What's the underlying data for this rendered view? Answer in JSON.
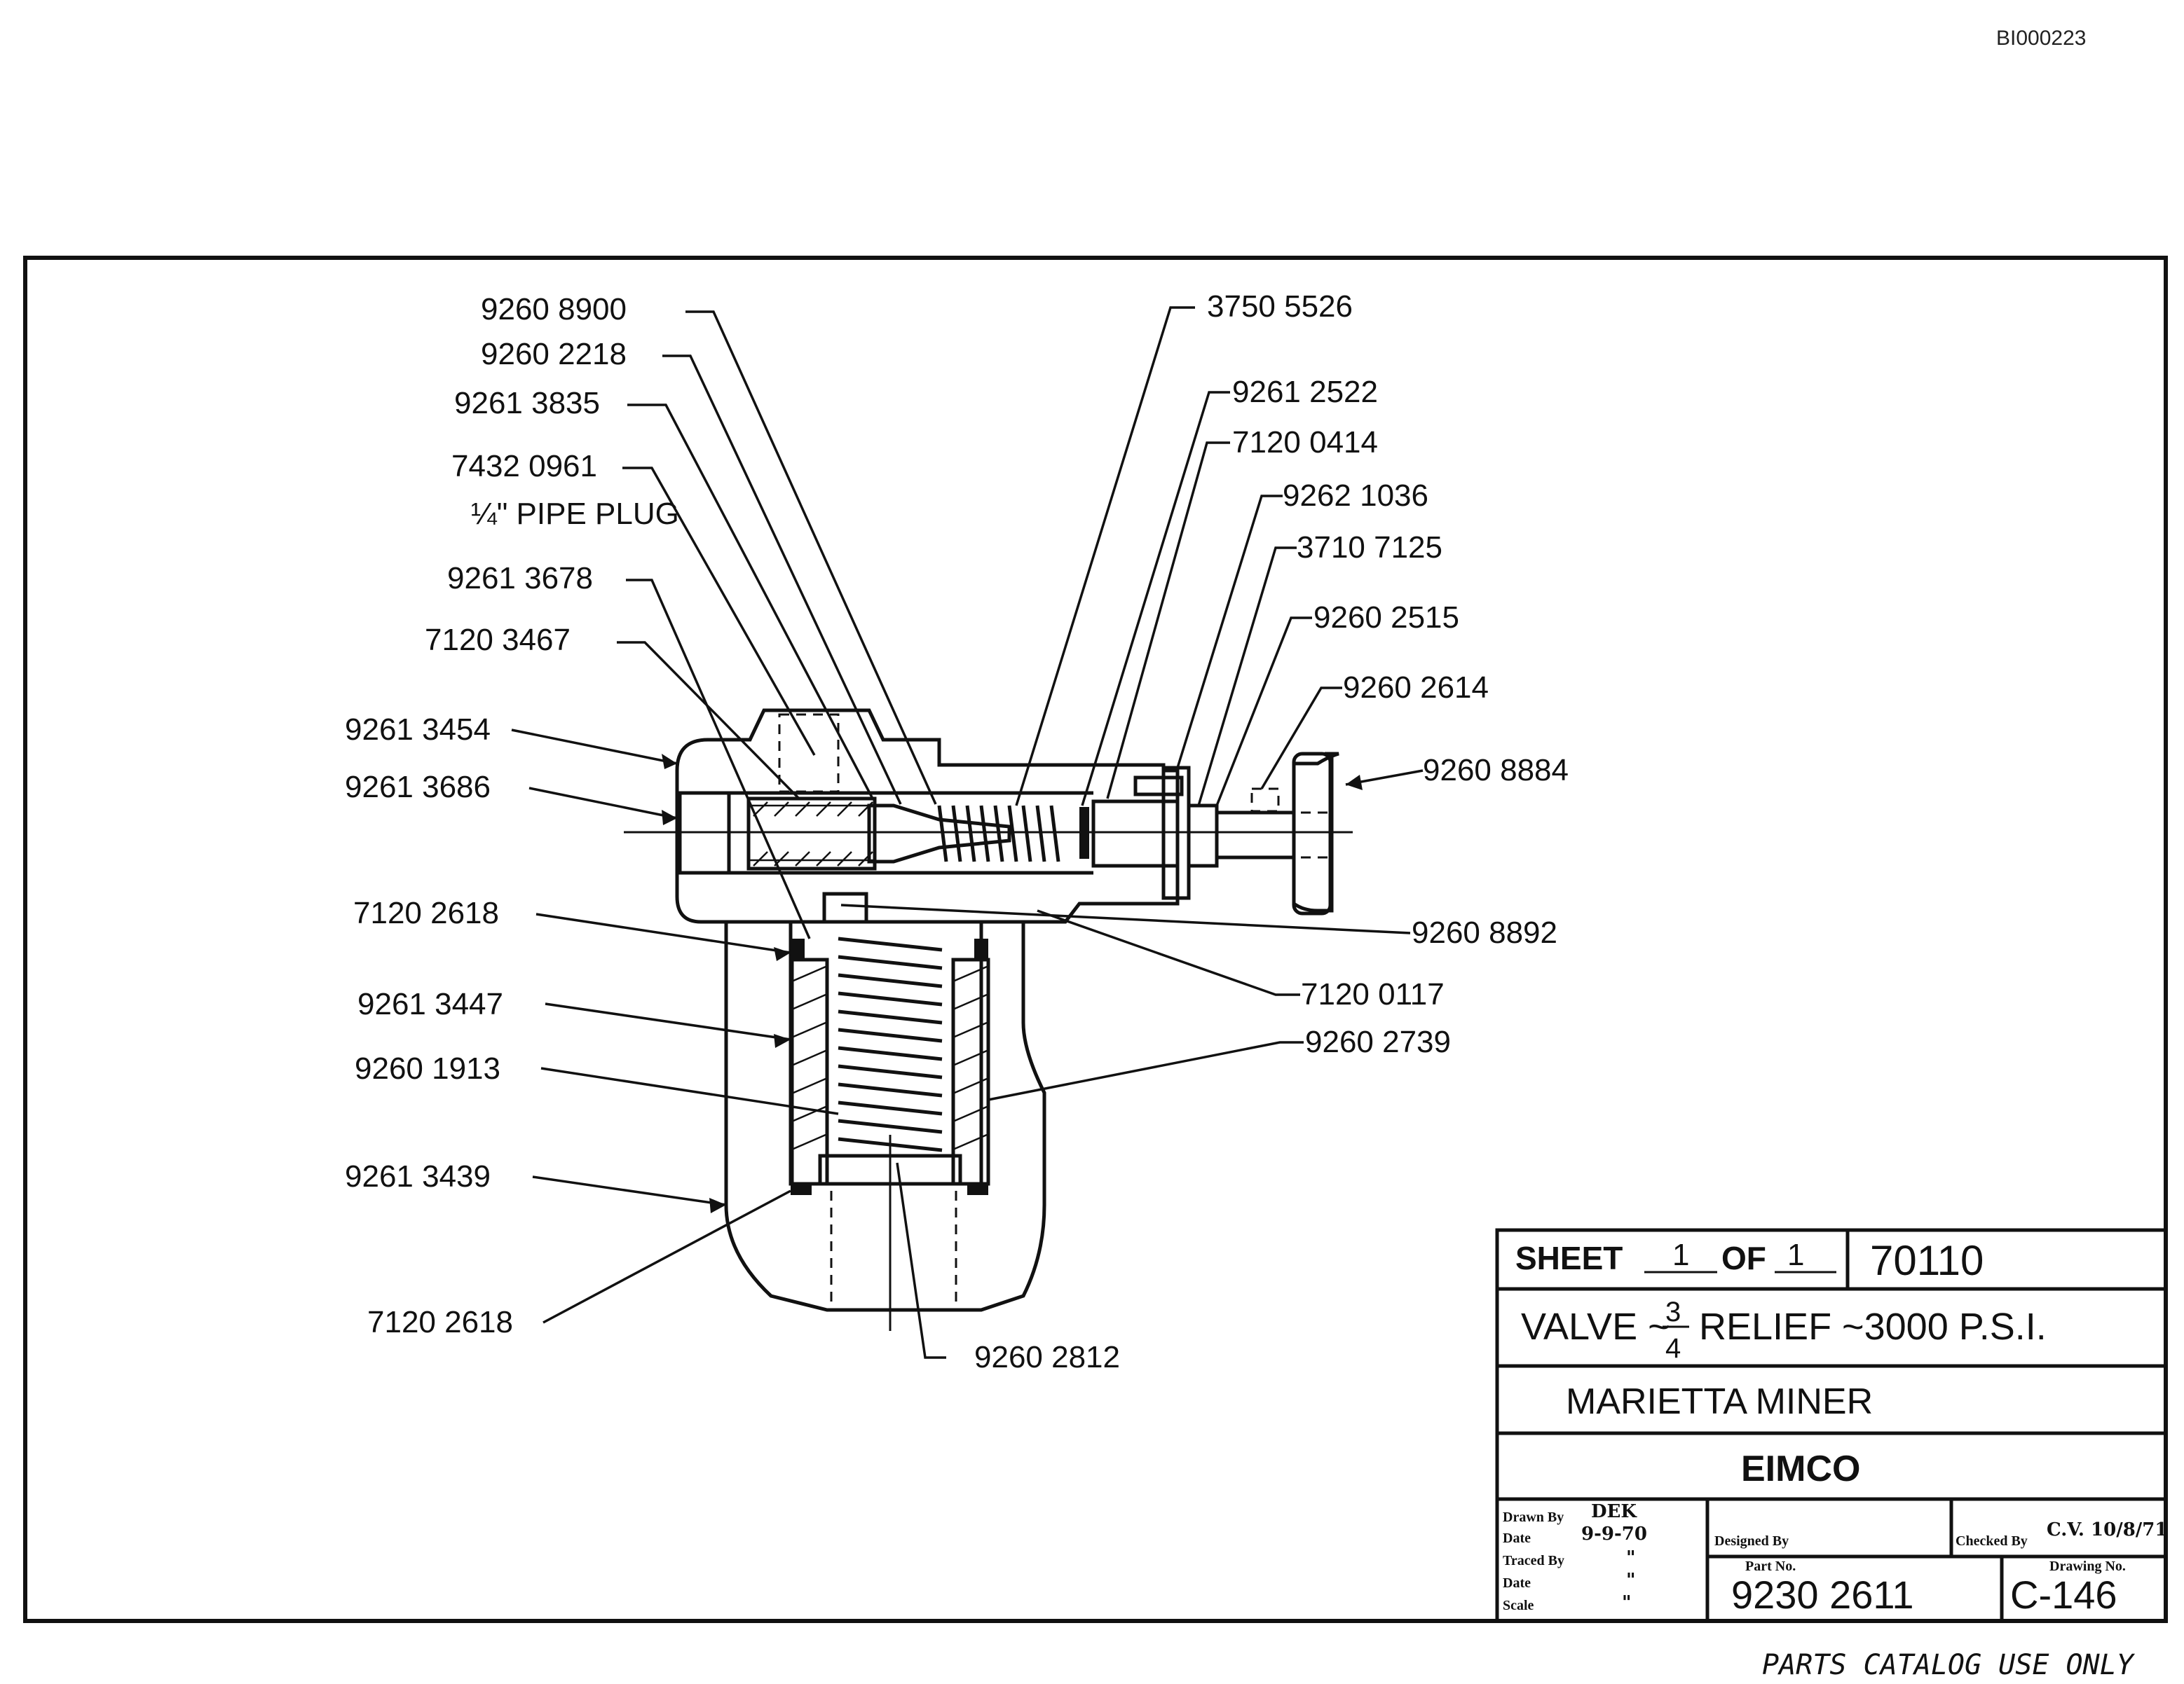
{
  "document_id": "BI000223",
  "footer": "PARTS CATALOG USE ONLY",
  "callouts": [
    "9260 8900",
    "9260 2218",
    "9261 3835",
    "7432 0961",
    "¼\" PIPE PLUG",
    "9261 3678",
    "7120 3467",
    "9261 3454",
    "9261 3686",
    "7120 2618",
    "9261 3447",
    "9260 1913",
    "9261 3439",
    "7120 2618",
    "9260 2812",
    "3750 5526",
    "9261 2522",
    "7120 0414",
    "9262 1036",
    "3710 7125",
    "9260 2515",
    "9260 2614",
    "9260 8884",
    "9260 8892",
    "7120 0117",
    "9260 2739"
  ],
  "title_block": {
    "sheet_label": "SHEET",
    "sheet_number": "1",
    "of_label": "OF",
    "sheet_total": "1",
    "code": "70110",
    "title_prefix": "VALVE ~",
    "title_fraction_numerator": "3",
    "title_fraction_denominator": "4",
    "title_suffix": "RELIEF ~3000 P.S.I.",
    "customer": "MARIETTA MINER",
    "company": "EIMCO",
    "drawn_by_label": "Drawn By",
    "drawn_by": "DEK",
    "date_label": "Date",
    "date": "9-9-70",
    "traced_by_label": "Traced By",
    "traced_by": "\"",
    "date2_label": "Date",
    "date2": "\"",
    "scale_label": "Scale",
    "scale": "\"",
    "designed_by_label": "Designed By",
    "checked_by_label": "Checked By",
    "checked_by": "C.V. 10/8/71",
    "part_no_label": "Part No.",
    "part_no": "9230 2611",
    "drawing_no_label": "Drawing No.",
    "drawing_no": "C-146"
  }
}
